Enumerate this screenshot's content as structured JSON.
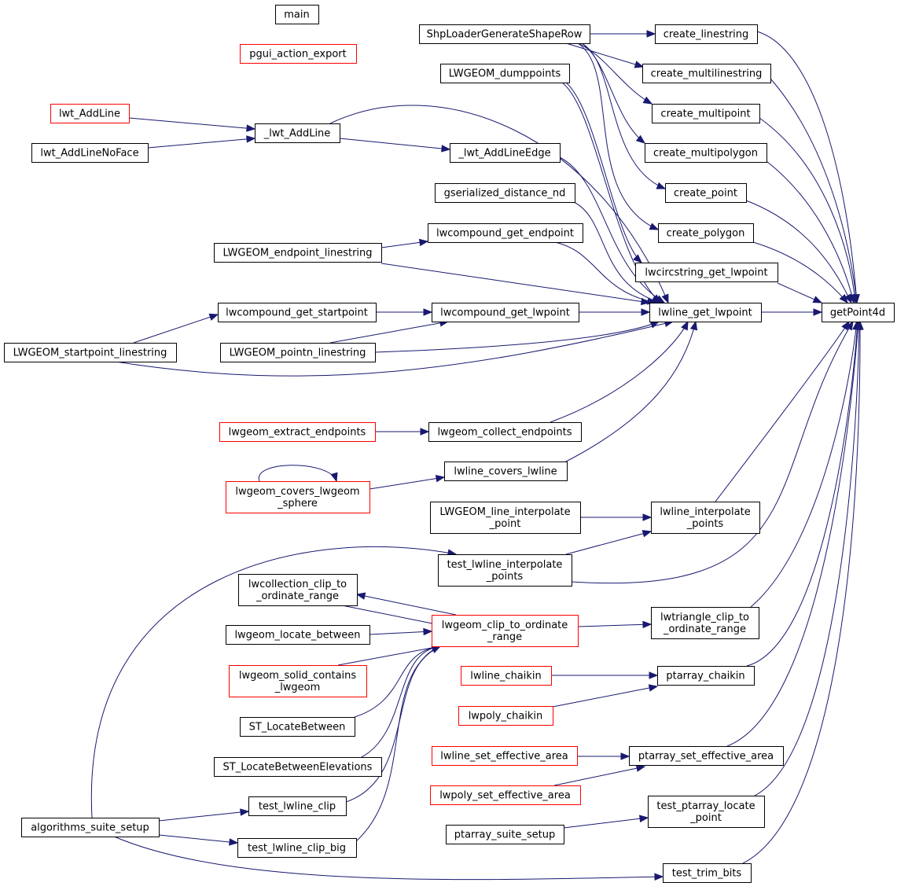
{
  "graph": {
    "root": "getPoint4d",
    "colors": {
      "edge": "#191970",
      "node_border": "#000000",
      "truncated_border": "#ff0000",
      "root_fill": "#bfbfbf"
    },
    "nodes": {
      "main": [
        "main"
      ],
      "pgui": [
        "pgui_action_export"
      ],
      "shp": [
        "ShpLoaderGenerateShapeRow"
      ],
      "cls": [
        "create_linestring"
      ],
      "cmls": [
        "create_multilinestring"
      ],
      "cmp": [
        "create_multipoint"
      ],
      "cmpoly": [
        "create_multipolygon"
      ],
      "cpt": [
        "create_point"
      ],
      "cpoly": [
        "create_polygon"
      ],
      "dump": [
        "LWGEOM_dumppoints"
      ],
      "lwtadd": [
        "lwt_AddLine"
      ],
      "lwtaddnf": [
        "lwt_AddLineNoFace"
      ],
      "_lwtadd": [
        "_lwt_AddLine"
      ],
      "_lwtedge": [
        "_lwt_AddLineEdge"
      ],
      "gsdist": [
        "gserialized_distance_nd"
      ],
      "cgend": [
        "lwcompound_get_endpoint"
      ],
      "endls": [
        "LWGEOM_endpoint_linestring"
      ],
      "circ": [
        "lwcircstring_get_lwpoint"
      ],
      "cgstart": [
        "lwcompound_get_startpoint"
      ],
      "cglw": [
        "lwcompound_get_lwpoint"
      ],
      "llgl": [
        "lwline_get_lwpoint"
      ],
      "startls": [
        "LWGEOM_startpoint_linestring"
      ],
      "pointn": [
        "LWGEOM_pointn_linestring"
      ],
      "gp4d": [
        "getPoint4d"
      ],
      "extract": [
        "lwgeom_extract_endpoints"
      ],
      "collect": [
        "lwgeom_collect_endpoints"
      ],
      "covers": [
        "lwgeom_covers_lwgeom",
        "_sphere"
      ],
      "lcl": [
        "lwline_covers_lwline"
      ],
      "lgip": [
        "LWGEOM_line_interpolate",
        "_point"
      ],
      "lip": [
        "lwline_interpolate",
        "_points"
      ],
      "tlip": [
        "test_lwline_interpolate",
        "_points"
      ],
      "cclip": [
        "lwcollection_clip_to",
        "_ordinate_range"
      ],
      "gclip": [
        "lwgeom_clip_to_ordinate",
        "_range"
      ],
      "tclip": [
        "lwtriangle_clip_to",
        "_ordinate_range"
      ],
      "locb": [
        "lwgeom_locate_between"
      ],
      "solid": [
        "lwgeom_solid_contains",
        "_lwgeom"
      ],
      "stlb": [
        "ST_LocateBetween"
      ],
      "stlbe": [
        "ST_LocateBetweenElevations"
      ],
      "lchai": [
        "lwline_chaikin"
      ],
      "pchai": [
        "lwpoly_chaikin"
      ],
      "ptchai": [
        "ptarray_chaikin"
      ],
      "lsea": [
        "lwline_set_effective_area"
      ],
      "psea": [
        "lwpoly_set_effective_area"
      ],
      "ptsea": [
        "ptarray_set_effective_area"
      ],
      "algo": [
        "algorithms_suite_setup"
      ],
      "tlc": [
        "test_lwline_clip"
      ],
      "tlcb": [
        "test_lwline_clip_big"
      ],
      "ptloc": [
        "test_ptarray_locate",
        "_point"
      ],
      "ptsuite": [
        "ptarray_suite_setup"
      ],
      "trim": [
        "test_trim_bits"
      ]
    },
    "edges": [
      [
        "main",
        "shp"
      ],
      [
        "pgui",
        "shp"
      ],
      [
        "shp",
        "cls"
      ],
      [
        "shp",
        "cmls"
      ],
      [
        "shp",
        "cmp"
      ],
      [
        "shp",
        "cmpoly"
      ],
      [
        "shp",
        "cpt"
      ],
      [
        "shp",
        "cpoly"
      ],
      [
        "cls",
        "gp4d"
      ],
      [
        "cmls",
        "gp4d"
      ],
      [
        "cmp",
        "gp4d"
      ],
      [
        "cmpoly",
        "gp4d"
      ],
      [
        "cpt",
        "gp4d"
      ],
      [
        "cpoly",
        "gp4d"
      ],
      [
        "circ",
        "gp4d"
      ],
      [
        "dump",
        "circ"
      ],
      [
        "dump",
        "llgl"
      ],
      [
        "lwtadd",
        "_lwtadd"
      ],
      [
        "lwtaddnf",
        "_lwtadd"
      ],
      [
        "_lwtadd",
        "_lwtedge"
      ],
      [
        "_lwtadd",
        "llgl"
      ],
      [
        "_lwtedge",
        "llgl"
      ],
      [
        "gsdist",
        "llgl"
      ],
      [
        "cgend",
        "llgl"
      ],
      [
        "endls",
        "cgend"
      ],
      [
        "endls",
        "llgl"
      ],
      [
        "cgstart",
        "cglw"
      ],
      [
        "startls",
        "cgstart"
      ],
      [
        "startls",
        "llgl"
      ],
      [
        "cglw",
        "llgl"
      ],
      [
        "pointn",
        "cglw"
      ],
      [
        "pointn",
        "llgl"
      ],
      [
        "llgl",
        "gp4d"
      ],
      [
        "extract",
        "collect"
      ],
      [
        "collect",
        "llgl"
      ],
      [
        "covers",
        "covers"
      ],
      [
        "covers",
        "lcl"
      ],
      [
        "lcl",
        "llgl"
      ],
      [
        "lgip",
        "lip"
      ],
      [
        "tlip",
        "lip"
      ],
      [
        "tlip",
        "gp4d"
      ],
      [
        "lip",
        "gp4d"
      ],
      [
        "gclip",
        "cclip"
      ],
      [
        "cclip",
        "gclip"
      ],
      [
        "locb",
        "gclip"
      ],
      [
        "solid",
        "gclip"
      ],
      [
        "stlb",
        "gclip"
      ],
      [
        "stlbe",
        "gclip"
      ],
      [
        "gclip",
        "tclip"
      ],
      [
        "tclip",
        "gp4d"
      ],
      [
        "lchai",
        "ptchai"
      ],
      [
        "pchai",
        "ptchai"
      ],
      [
        "ptchai",
        "gp4d"
      ],
      [
        "lsea",
        "ptsea"
      ],
      [
        "psea",
        "ptsea"
      ],
      [
        "ptsea",
        "gp4d"
      ],
      [
        "algo",
        "tlip"
      ],
      [
        "algo",
        "tlc"
      ],
      [
        "algo",
        "tlcb"
      ],
      [
        "algo",
        "trim"
      ],
      [
        "tlc",
        "gclip"
      ],
      [
        "tlcb",
        "gclip"
      ],
      [
        "ptsuite",
        "ptloc"
      ],
      [
        "ptloc",
        "gp4d"
      ],
      [
        "trim",
        "gp4d"
      ]
    ]
  }
}
